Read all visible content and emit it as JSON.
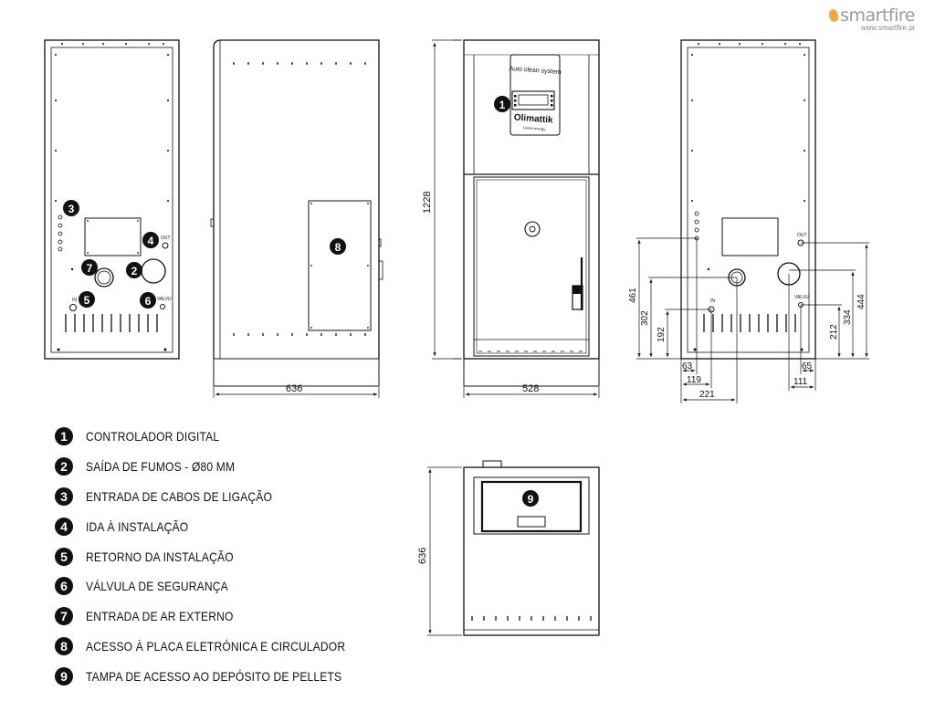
{
  "brand": {
    "name": "smartfire",
    "url": "www.smartfire.pt"
  },
  "panel": {
    "title": "Auto clean system",
    "logo": "Olimattik",
    "logo_sub": "Green energy"
  },
  "connections": {
    "out_label": "OUT",
    "in_label": "IN",
    "valve_label": "VALVU"
  },
  "dimensions": {
    "side_width": "636",
    "front_height": "1228",
    "front_width": "528",
    "top_depth": "636",
    "rear": {
      "h461": "461",
      "h302": "302",
      "h192": "192",
      "w63": "63",
      "w119": "119",
      "w221": "221",
      "h444": "444",
      "h334": "334",
      "h212": "212",
      "w65": "65",
      "w111": "111"
    }
  },
  "legend": [
    {
      "number": "1",
      "label": "CONTROLADOR DIGITAL"
    },
    {
      "number": "2",
      "label": "SAÍDA DE FUMOS - Ø80 MM"
    },
    {
      "number": "3",
      "label": "ENTRADA DE CABOS DE LIGAÇÃO"
    },
    {
      "number": "4",
      "label": "IDA À INSTALAÇÃO"
    },
    {
      "number": "5",
      "label": "RETORNO DA INSTALAÇÃO"
    },
    {
      "number": "6",
      "label": "VÁLVULA DE SEGURANÇA"
    },
    {
      "number": "7",
      "label": "ENTRADA DE AR EXTERNO"
    },
    {
      "number": "8",
      "label": "ACESSO À PLACA ELETRÓNICA E CIRCULADOR"
    },
    {
      "number": "9",
      "label": "TAMPA DE ACESSO AO DEPÓSITO DE PELLETS"
    }
  ]
}
